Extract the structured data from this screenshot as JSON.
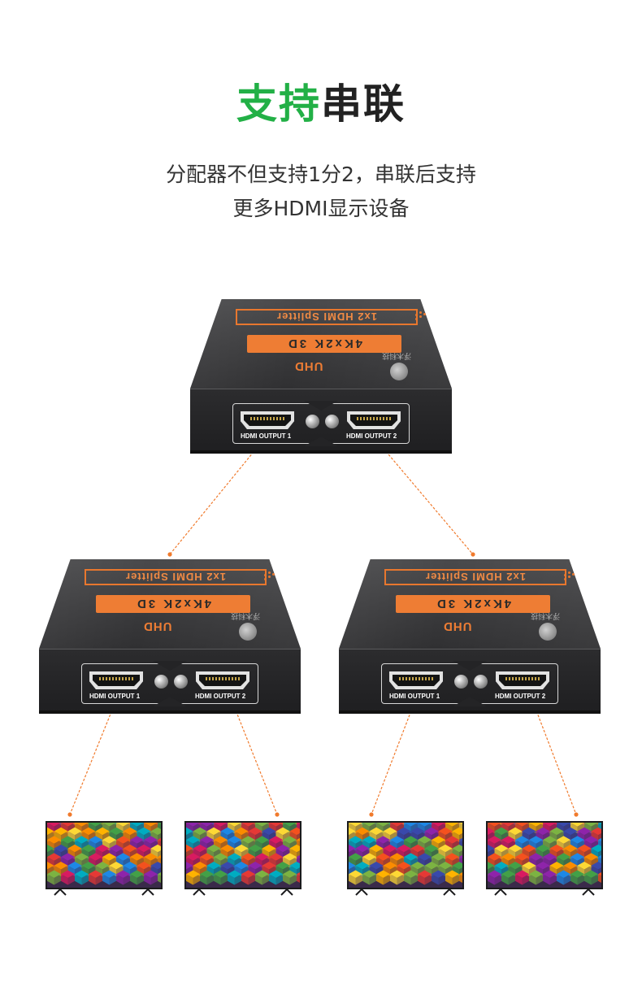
{
  "title": {
    "highlight": "支持",
    "rest": "串联"
  },
  "description": {
    "line1": "分配器不但支持1分2，串联后支持",
    "line2": "更多HDMI显示设备"
  },
  "device": {
    "model_label": "1x2 HDMI Splitter",
    "resolution_label": "4Kx2K 3D",
    "uhd_label": "UHD",
    "brand_label": "浮木科技",
    "output1_label": "HDMI OUTPUT 1",
    "output2_label": "HDMI OUTPUT 2"
  },
  "colors": {
    "title_green": "#22b046",
    "title_dark": "#222222",
    "accent_orange": "#ee7d34",
    "device_body": "#2c2c2e",
    "connector_line": "#f07a2c"
  }
}
